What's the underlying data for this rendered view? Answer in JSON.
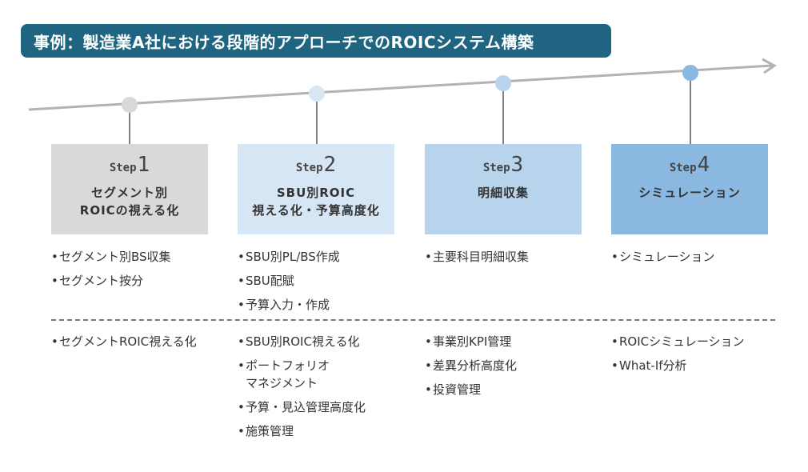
{
  "title": "事例：製造業A社における段階的アプローチでのROICシステム構築",
  "colors": {
    "banner": "#1f6480",
    "step1": "#d9d9d9",
    "step2": "#d6e6f4",
    "step3": "#b8d3ec",
    "step4": "#8bb8e0"
  },
  "bullet_char": "•",
  "steps": [
    {
      "word": "Step",
      "num": "1",
      "title": "セグメント別\nROICの視える化",
      "upper": [
        "セグメント別BS収集",
        "セグメント按分"
      ],
      "lower": [
        "セグメントROIC視える化"
      ]
    },
    {
      "word": "Step",
      "num": "2",
      "title": "SBU別ROIC\n視える化・予算高度化",
      "upper": [
        "SBU別PL/BS作成",
        "SBU配賦",
        "予算入力・作成"
      ],
      "lower": [
        "SBU別ROIC視える化",
        "ポートフォリオ\nマネジメント",
        "予算・見込管理高度化",
        "施策管理"
      ]
    },
    {
      "word": "Step",
      "num": "3",
      "title": "明細収集",
      "upper": [
        "主要科目明細収集"
      ],
      "lower": [
        "事業別KPI管理",
        "差異分析高度化",
        "投資管理"
      ]
    },
    {
      "word": "Step",
      "num": "4",
      "title": "シミュレーション",
      "upper": [
        "シミュレーション"
      ],
      "lower": [
        "ROICシミュレーション",
        "What-If分析"
      ]
    }
  ]
}
